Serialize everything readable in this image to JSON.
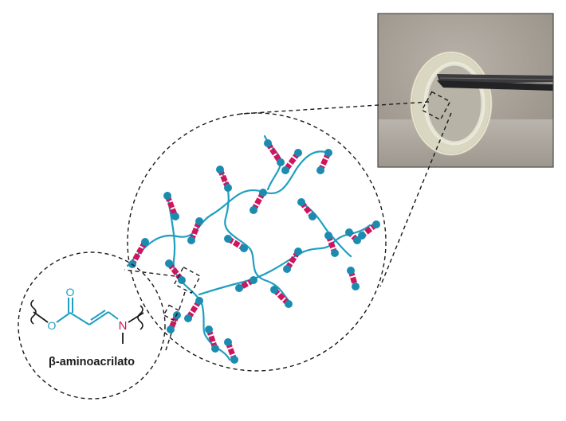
{
  "diagram": {
    "chem_label": "β-aminoacrilato",
    "atoms": {
      "oxygen_carbonyl": "O",
      "oxygen_ester": "O",
      "nitrogen": "N"
    },
    "colors": {
      "chain": "#1e9fc0",
      "node": "#1b8cb0",
      "crosslink": "#d0145d",
      "nitrogen": "#d0145d",
      "structure": "#1e9fc0",
      "dash": "#1a1a1a"
    }
  }
}
